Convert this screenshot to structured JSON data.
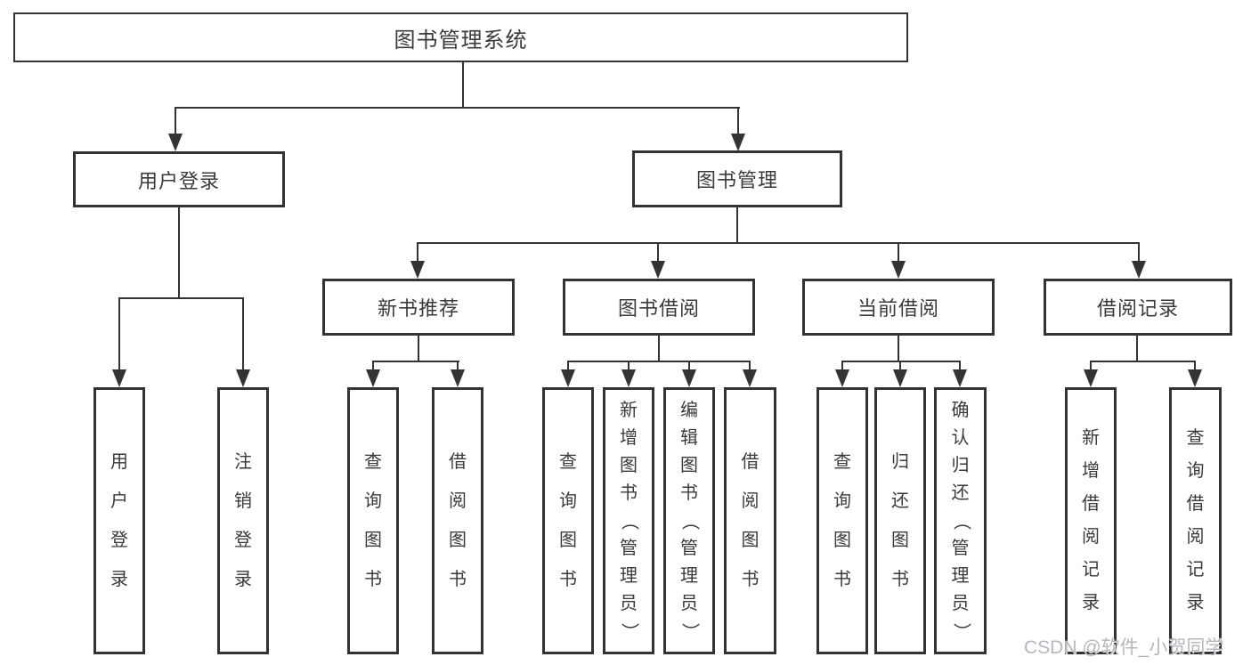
{
  "colors": {
    "line": "#333333",
    "text": "#3a3a3a",
    "watermark": "#b4b8be",
    "background": "#ffffff"
  },
  "watermark": {
    "text": "CSDN @软件_小贺同学"
  },
  "tree": {
    "root": {
      "label": "图书管理系统",
      "children": [
        {
          "label": "用户登录",
          "children": [
            {
              "label": "用户登录"
            },
            {
              "label": "注销登录"
            }
          ]
        },
        {
          "label": "图书管理",
          "children": [
            {
              "label": "新书推荐",
              "children": [
                {
                  "label": "查询图书"
                },
                {
                  "label": "借阅图书"
                }
              ]
            },
            {
              "label": "图书借阅",
              "children": [
                {
                  "label": "查询图书"
                },
                {
                  "label": "新增图书（管理员）"
                },
                {
                  "label": "编辑图书（管理员）"
                },
                {
                  "label": "借阅图书"
                }
              ]
            },
            {
              "label": "当前借阅",
              "children": [
                {
                  "label": "查询图书"
                },
                {
                  "label": "归还图书"
                },
                {
                  "label": "确认归还（管理员）"
                }
              ]
            },
            {
              "label": "借阅记录",
              "children": [
                {
                  "label": "新增借阅记录"
                },
                {
                  "label": "查询借阅记录"
                }
              ]
            }
          ]
        }
      ]
    }
  }
}
